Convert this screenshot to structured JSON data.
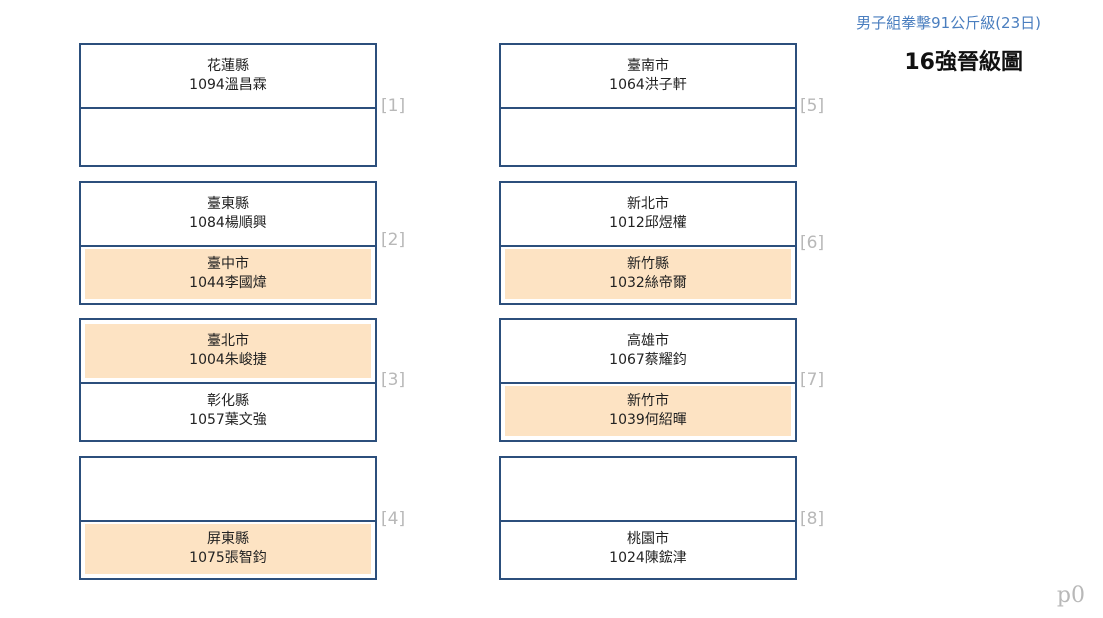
{
  "header": {
    "event": "男子組拳擊91公斤級(23日)",
    "title": "16強晉級圖"
  },
  "matches": [
    {
      "no": "[1]",
      "top": {
        "team": "花蓮縣",
        "athlete": "1094溫昌霖",
        "win": false
      },
      "bottom": {
        "team": "",
        "athlete": "",
        "win": false
      }
    },
    {
      "no": "[2]",
      "top": {
        "team": "臺東縣",
        "athlete": "1084楊順興",
        "win": false
      },
      "bottom": {
        "team": "臺中市",
        "athlete": "1044李國煒",
        "win": true
      }
    },
    {
      "no": "[3]",
      "top": {
        "team": "臺北市",
        "athlete": "1004朱峻捷",
        "win": true
      },
      "bottom": {
        "team": "彰化縣",
        "athlete": "1057葉文強",
        "win": false
      }
    },
    {
      "no": "[4]",
      "top": {
        "team": "",
        "athlete": "",
        "win": false
      },
      "bottom": {
        "team": "屏東縣",
        "athlete": "1075張智鈞",
        "win": true
      }
    },
    {
      "no": "[5]",
      "top": {
        "team": "臺南市",
        "athlete": "1064洪子軒",
        "win": false
      },
      "bottom": {
        "team": "",
        "athlete": "",
        "win": false
      }
    },
    {
      "no": "[6]",
      "top": {
        "team": "新北市",
        "athlete": "1012邱煜權",
        "win": false
      },
      "bottom": {
        "team": "新竹縣",
        "athlete": "1032絲帝爾",
        "win": true
      }
    },
    {
      "no": "[7]",
      "top": {
        "team": "高雄市",
        "athlete": "1067蔡耀鈞",
        "win": false
      },
      "bottom": {
        "team": "新竹市",
        "athlete": "1039何紹暉",
        "win": true
      }
    },
    {
      "no": "[8]",
      "top": {
        "team": "",
        "athlete": "",
        "win": false
      },
      "bottom": {
        "team": "桃園市",
        "athlete": "1024陳鋐津",
        "win": false
      }
    }
  ],
  "page_mark": "p0"
}
